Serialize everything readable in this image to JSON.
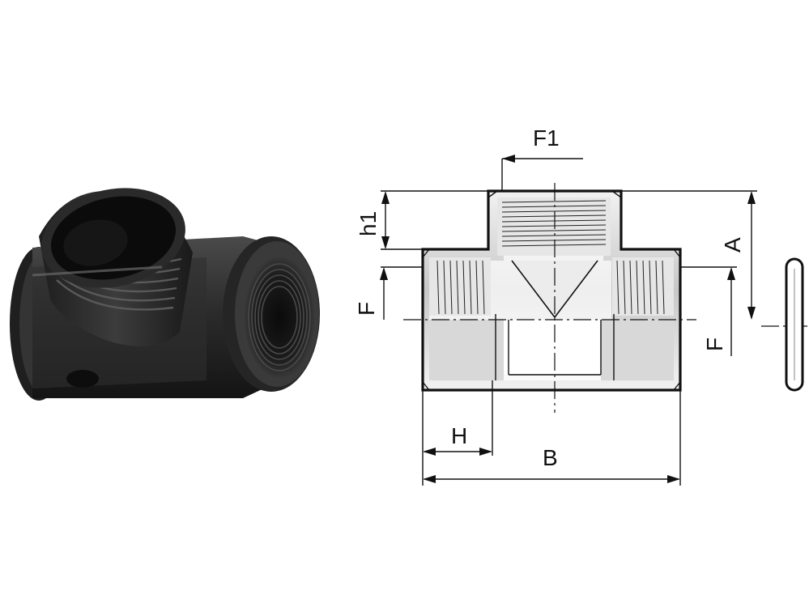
{
  "labels": {
    "F1": "F1",
    "h1": "h1",
    "A": "A",
    "F_left": "F",
    "F_right": "F",
    "H": "H",
    "B": "B"
  },
  "colors": {
    "background": "#ffffff",
    "line": "#111111",
    "body_fill": "#dcdcdc",
    "part_dark": "#2a2a2a"
  }
}
